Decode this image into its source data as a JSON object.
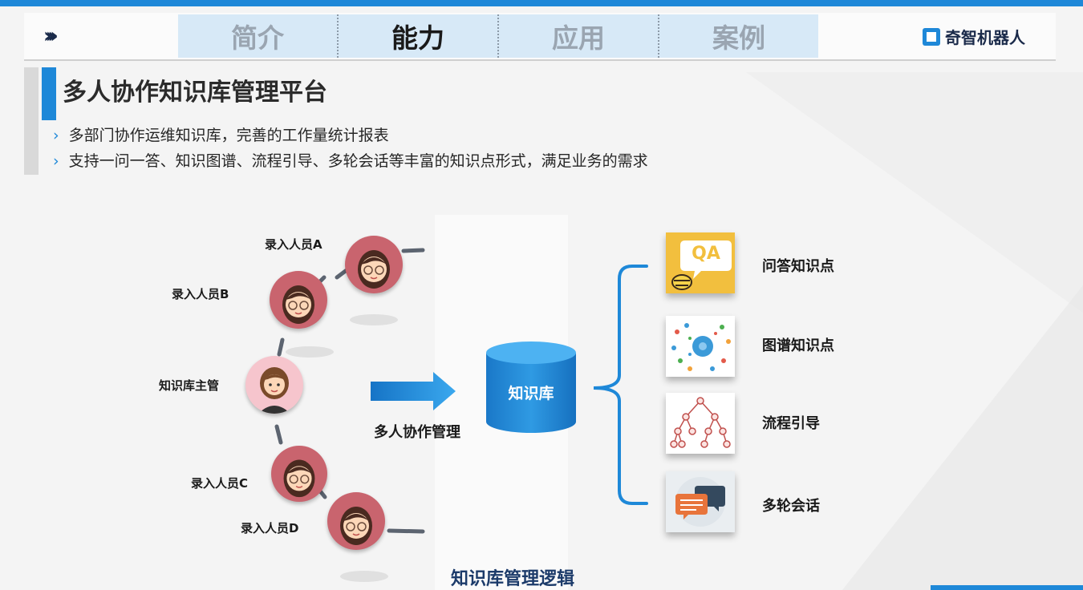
{
  "nav": {
    "tabs": [
      {
        "label": "简介",
        "active": false
      },
      {
        "label": "能力",
        "active": true
      },
      {
        "label": "应用",
        "active": false
      },
      {
        "label": "案例",
        "active": false
      }
    ],
    "brand": "奇智机器人"
  },
  "title": "多人协作知识库管理平台",
  "bullets": [
    "多部门协作运维知识库，完善的工作量统计报表",
    "支持一问一答、知识图谱、流程引导、多轮会话等丰富的知识点形式，满足业务的需求"
  ],
  "diagram": {
    "people": {
      "a": "录入人员A",
      "b": "录入人员B",
      "manager": "知识库主管",
      "c": "录入人员C",
      "d": "录入人员D"
    },
    "action": "多人协作管理",
    "database": "知识库",
    "types": [
      "问答知识点",
      "图谱知识点",
      "流程引导",
      "多轮会话"
    ],
    "qa_icon_text": "QA",
    "caption": "知识库管理逻辑"
  },
  "colors": {
    "accent": "#1e88d8",
    "avatar": "#c9646e",
    "manager_avatar": "#f6c5cd",
    "qa_card": "#f2bf3e"
  }
}
